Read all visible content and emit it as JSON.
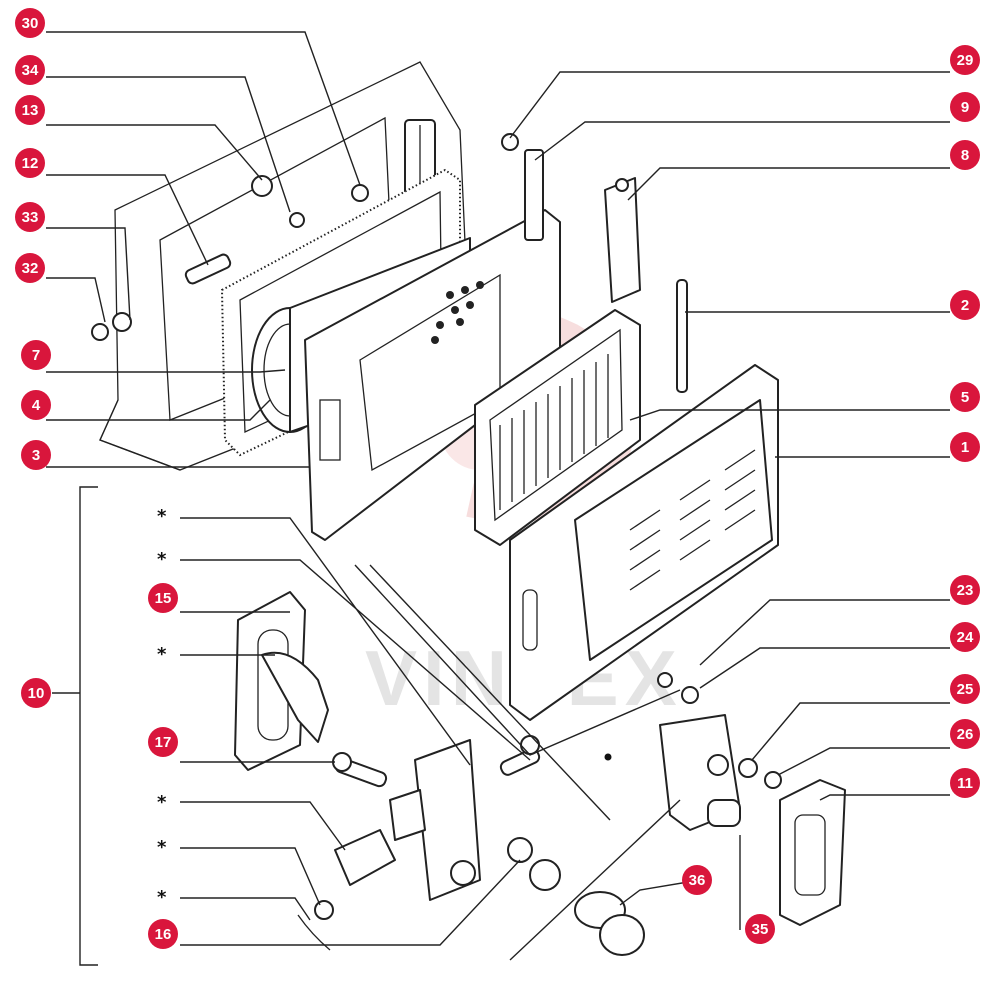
{
  "diagram": {
    "watermark": "VINTEX",
    "callouts": [
      "30",
      "34",
      "13",
      "12",
      "33",
      "32",
      "7",
      "4",
      "3",
      "10",
      "15",
      "17",
      "16",
      "29",
      "9",
      "8",
      "2",
      "5",
      "1",
      "23",
      "24",
      "25",
      "26",
      "11",
      "36",
      "35"
    ],
    "star_markers": [
      "*",
      "*",
      "*",
      "*",
      "*",
      "*"
    ],
    "colors": {
      "callout_fill": "#d9163c",
      "line": "#222222",
      "watermark": "#e6a3a3"
    }
  }
}
